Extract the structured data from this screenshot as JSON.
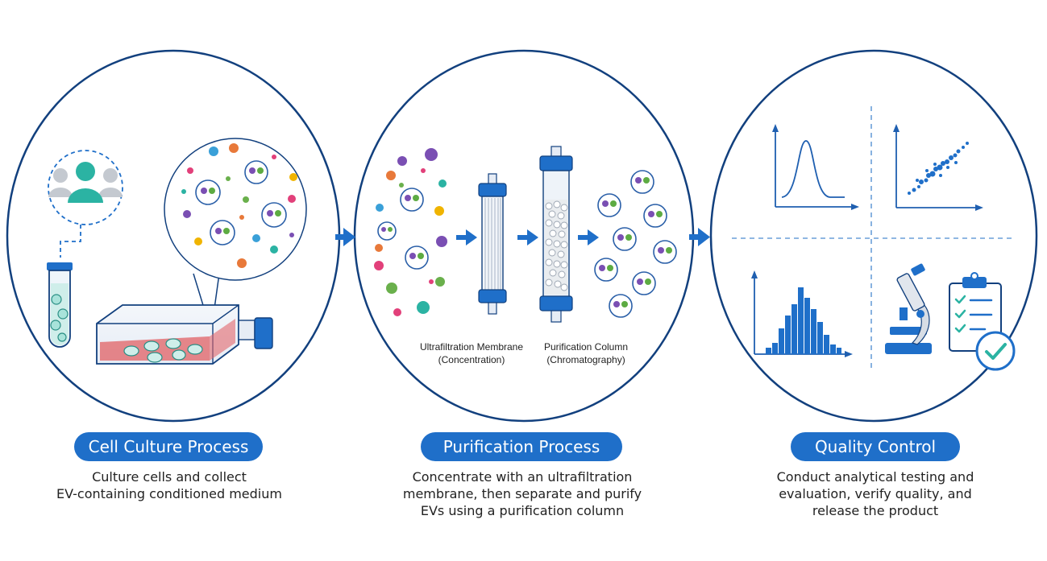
{
  "stages": [
    {
      "title": "Cell Culture Process",
      "description_lines": [
        "Culture cells and collect",
        "EV-containing conditioned medium"
      ]
    },
    {
      "title": "Purification Process",
      "description_lines": [
        "Concentrate with an ultrafiltration",
        "membrane, then separate and purify",
        "EVs using a purification column"
      ],
      "labels": {
        "membrane_line1": "Ultrafiltration Membrane",
        "membrane_line2": "(Concentration)",
        "column_line1": "Purification Column",
        "column_line2": "(Chromatography)"
      }
    },
    {
      "title": "Quality Control",
      "description_lines": [
        "Conduct analytical testing and",
        "evaluation, verify quality, and",
        "release the product"
      ]
    }
  ],
  "colors": {
    "primary_blue": "#1f6fc9",
    "outline": "#12407e",
    "teal": "#2bb3a3",
    "medium_red": "#e2666a"
  },
  "icons": [
    "people-icon",
    "test-tube-icon",
    "culture-flask-icon",
    "ev-particle-icon",
    "ultrafiltration-membrane-icon",
    "chromatography-column-icon",
    "bell-curve-chart-icon",
    "scatter-chart-icon",
    "histogram-icon",
    "microscope-icon",
    "checklist-clipboard-icon",
    "check-badge-icon"
  ]
}
